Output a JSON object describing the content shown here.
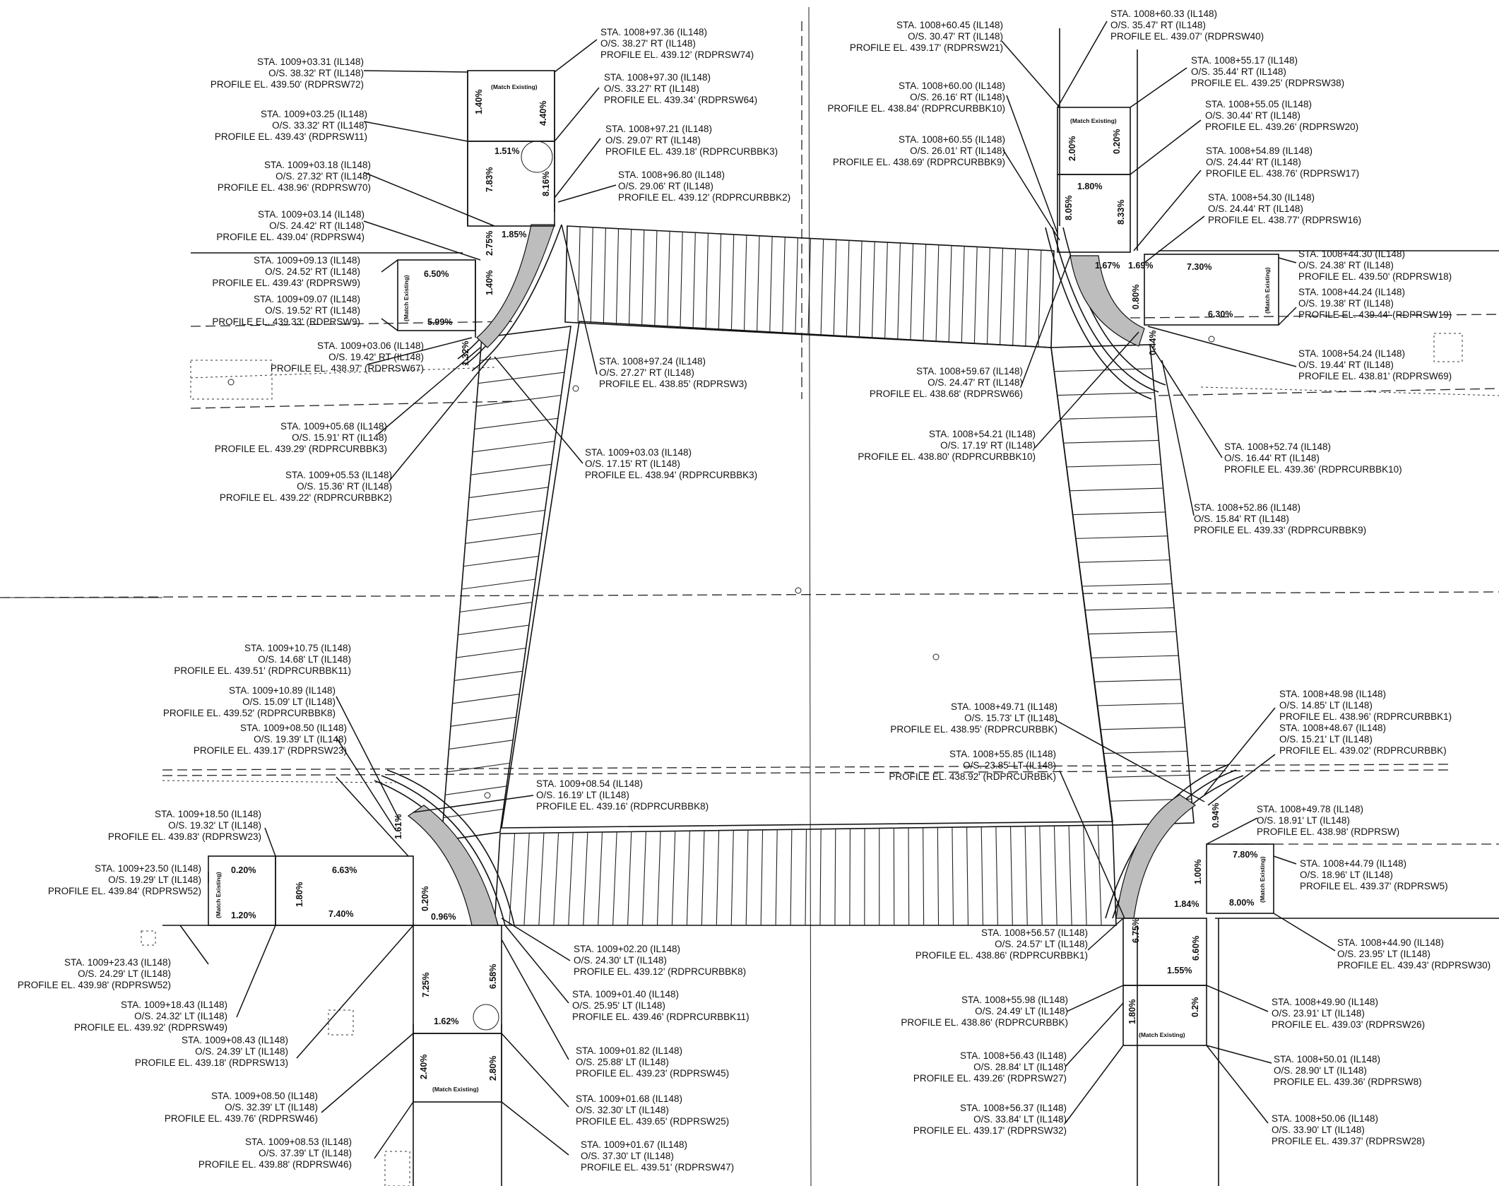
{
  "callouts": [
    {
      "id": "c01",
      "lines": [
        "STA. 1009+03.31 (IL148)",
        "O/S. 38.32' RT (IL148)",
        "PROFILE EL. 439.50' (RDPRSW72)"
      ]
    },
    {
      "id": "c02",
      "lines": [
        "STA. 1009+03.25 (IL148)",
        "O/S. 33.32' RT (IL148)",
        "PROFILE EL. 439.43' (RDPRSW11)"
      ]
    },
    {
      "id": "c03",
      "lines": [
        "STA. 1009+03.18 (IL148)",
        "O/S. 27.32' RT (IL148)",
        "PROFILE EL. 438.96' (RDPRSW70)"
      ]
    },
    {
      "id": "c04",
      "lines": [
        "STA. 1009+03.14 (IL148)",
        "O/S. 24.42' RT (IL148)",
        "PROFILE EL. 439.04' (RDPRSW4)"
      ]
    },
    {
      "id": "c05",
      "lines": [
        "STA. 1009+09.13 (IL148)",
        "O/S. 24.52' RT (IL148)",
        "PROFILE EL. 439.43' (RDPRSW9)"
      ]
    },
    {
      "id": "c06",
      "lines": [
        "STA. 1009+09.07 (IL148)",
        "O/S. 19.52' RT (IL148)",
        "PROFILE EL. 439.33' (RDPRSW9)"
      ]
    },
    {
      "id": "c07",
      "lines": [
        "STA. 1009+03.06 (IL148)",
        "O/S. 19.42' RT (IL148)",
        "PROFILE EL. 438.97' (RDPRSW67)"
      ]
    },
    {
      "id": "c08",
      "lines": [
        "STA. 1009+05.68 (IL148)",
        "O/S. 15.91' RT (IL148)",
        "PROFILE EL. 439.29' (RDPRCURBBK3)"
      ]
    },
    {
      "id": "c09",
      "lines": [
        "STA. 1009+05.53 (IL148)",
        "O/S. 15.36' RT (IL148)",
        "PROFILE EL. 439.22' (RDPRCURBBK2)"
      ]
    },
    {
      "id": "c10",
      "lines": [
        "STA. 1008+97.36 (IL148)",
        "O/S. 38.27' RT (IL148)",
        "PROFILE EL. 439.12' (RDPRSW74)"
      ]
    },
    {
      "id": "c11",
      "lines": [
        "STA. 1008+97.30 (IL148)",
        "O/S. 33.27' RT (IL148)",
        "PROFILE EL. 439.34' (RDPRSW64)"
      ]
    },
    {
      "id": "c12",
      "lines": [
        "STA. 1008+97.21 (IL148)",
        "O/S. 29.07' RT (IL148)",
        "PROFILE EL. 439.18' (RDPRCURBBK3)"
      ]
    },
    {
      "id": "c13",
      "lines": [
        "STA. 1008+96.80 (IL148)",
        "O/S. 29.06' RT (IL148)",
        "PROFILE EL. 439.12' (RDPRCURBBK2)"
      ]
    },
    {
      "id": "c14",
      "lines": [
        "STA. 1008+97.24 (IL148)",
        "O/S. 27.27' RT (IL148)",
        "PROFILE EL. 438.85' (RDPRSW3)"
      ]
    },
    {
      "id": "c15",
      "lines": [
        "STA. 1009+03.03 (IL148)",
        "O/S. 17.15' RT (IL148)",
        "PROFILE EL. 438.94' (RDPRCURBBK3)"
      ]
    },
    {
      "id": "c16",
      "lines": [
        "STA. 1008+60.45 (IL148)",
        "O/S. 30.47' RT (IL148)",
        "PROFILE EL. 439.17' (RDPRSW21)"
      ]
    },
    {
      "id": "c17",
      "lines": [
        "STA. 1008+60.33 (IL148)",
        "O/S. 35.47' RT (IL148)",
        "PROFILE EL. 439.07' (RDPRSW40)"
      ]
    },
    {
      "id": "c18",
      "lines": [
        "STA. 1008+60.00 (IL148)",
        "O/S. 26.16' RT (IL148)",
        "PROFILE EL. 438.84' (RDPRCURBBK10)"
      ]
    },
    {
      "id": "c19",
      "lines": [
        "STA. 1008+55.17 (IL148)",
        "O/S. 35.44' RT (IL148)",
        "PROFILE EL. 439.25' (RDPRSW38)"
      ]
    },
    {
      "id": "c20",
      "lines": [
        "STA. 1008+55.05 (IL148)",
        "O/S. 30.44' RT (IL148)",
        "PROFILE EL. 439.26' (RDPRSW20)"
      ]
    },
    {
      "id": "c21",
      "lines": [
        "STA. 1008+60.55 (IL148)",
        "O/S. 26.01' RT (IL148)",
        "PROFILE EL. 438.69' (RDPRCURBBK9)"
      ]
    },
    {
      "id": "c22",
      "lines": [
        "STA. 1008+54.89 (IL148)",
        "O/S. 24.44' RT (IL148)",
        "PROFILE EL. 438.76' (RDPRSW17)"
      ]
    },
    {
      "id": "c23",
      "lines": [
        "STA. 1008+54.30 (IL148)",
        "O/S. 24.44' RT (IL148)",
        "PROFILE EL. 438.77' (RDPRSW16)"
      ]
    },
    {
      "id": "c24",
      "lines": [
        "STA. 1008+44.30 (IL148)",
        "O/S. 24.38' RT (IL148)",
        "PROFILE EL. 439.50' (RDPRSW18)"
      ]
    },
    {
      "id": "c25",
      "lines": [
        "STA. 1008+44.24 (IL148)",
        "O/S. 19.38' RT (IL148)",
        "PROFILE EL. 439.44' (RDPRSW19)"
      ]
    },
    {
      "id": "c26",
      "lines": [
        "STA. 1008+59.67 (IL148)",
        "O/S. 24.47' RT (IL148)",
        "PROFILE EL. 438.68' (RDPRSW66)"
      ]
    },
    {
      "id": "c27",
      "lines": [
        "STA. 1008+54.24 (IL148)",
        "O/S. 19.44' RT (IL148)",
        "PROFILE EL. 438.81' (RDPRSW69)"
      ]
    },
    {
      "id": "c28",
      "lines": [
        "STA. 1008+54.21 (IL148)",
        "O/S. 17.19' RT (IL148)",
        "PROFILE EL. 438.80' (RDPRCURBBK10)"
      ]
    },
    {
      "id": "c29",
      "lines": [
        "STA. 1008+52.74 (IL148)",
        "O/S. 16.44' RT (IL148)",
        "PROFILE EL. 439.36' (RDPRCURBBK10)"
      ]
    },
    {
      "id": "c30",
      "lines": [
        "STA. 1008+52.86 (IL148)",
        "O/S. 15.84' RT (IL148)",
        "PROFILE EL. 439.33' (RDPRCURBBK9)"
      ]
    },
    {
      "id": "c31",
      "lines": [
        "STA. 1009+10.75 (IL148)",
        "O/S. 14.68' LT (IL148)",
        "PROFILE EL. 439.51' (RDPRCURBBK11)"
      ]
    },
    {
      "id": "c32",
      "lines": [
        "STA. 1009+10.89 (IL148)",
        "O/S. 15.09' LT (IL148)",
        "PROFILE EL. 439.52' (RDPRCURBBK8)"
      ]
    },
    {
      "id": "c33",
      "lines": [
        "STA. 1009+08.50 (IL148)",
        "O/S. 19.39' LT (IL148)",
        "PROFILE EL. 439.17' (RDPRSW23)"
      ]
    },
    {
      "id": "c34",
      "lines": [
        "STA. 1009+08.54 (IL148)",
        "O/S. 16.19' LT (IL148)",
        "PROFILE EL. 439.16' (RDPRCURBBK8)"
      ]
    },
    {
      "id": "c35",
      "lines": [
        "STA. 1009+18.50 (IL148)",
        "O/S. 19.32' LT (IL148)",
        "PROFILE EL. 439.83' (RDPRSW23)"
      ]
    },
    {
      "id": "c36",
      "lines": [
        "STA. 1009+23.50 (IL148)",
        "O/S. 19.29' LT (IL148)",
        "PROFILE EL. 439.84' (RDPRSW52)"
      ]
    },
    {
      "id": "c37",
      "lines": [
        "STA. 1009+23.43 (IL148)",
        "O/S. 24.29' LT (IL148)",
        "PROFILE EL. 439.98' (RDPRSW52)"
      ]
    },
    {
      "id": "c38",
      "lines": [
        "STA. 1009+18.43 (IL148)",
        "O/S. 24.32' LT (IL148)",
        "PROFILE EL. 439.92' (RDPRSW49)"
      ]
    },
    {
      "id": "c39",
      "lines": [
        "STA. 1009+08.43 (IL148)",
        "O/S. 24.39' LT (IL148)",
        "PROFILE EL. 439.18' (RDPRSW13)"
      ]
    },
    {
      "id": "c40",
      "lines": [
        "STA. 1009+08.50 (IL148)",
        "O/S. 32.39' LT (IL148)",
        "PROFILE EL. 439.76' (RDPRSW46)"
      ]
    },
    {
      "id": "c41",
      "lines": [
        "STA. 1009+08.53 (IL148)",
        "O/S. 37.39' LT (IL148)",
        "PROFILE EL. 439.88' (RDPRSW46)"
      ]
    },
    {
      "id": "c42",
      "lines": [
        "STA. 1009+02.20 (IL148)",
        "O/S. 24.30' LT (IL148)",
        "PROFILE EL. 439.12' (RDPRCURBBK8)"
      ]
    },
    {
      "id": "c43",
      "lines": [
        "STA. 1009+01.40 (IL148)",
        "O/S. 25.95' LT (IL148)",
        "PROFILE EL. 439.46' (RDPRCURBBK11)"
      ]
    },
    {
      "id": "c44",
      "lines": [
        "STA. 1009+01.82 (IL148)",
        "O/S. 25.88' LT (IL148)",
        "PROFILE EL. 439.23' (RDPRSW45)"
      ]
    },
    {
      "id": "c45",
      "lines": [
        "STA. 1009+01.68 (IL148)",
        "O/S. 32.30' LT (IL148)",
        "PROFILE EL. 439.65' (RDPRSW25)"
      ]
    },
    {
      "id": "c46",
      "lines": [
        "STA. 1009+01.67 (IL148)",
        "O/S. 37.30' LT (IL148)",
        "PROFILE EL. 439.51' (RDPRSW47)"
      ]
    },
    {
      "id": "c47",
      "lines": [
        "STA. 1008+49.71 (IL148)",
        "O/S. 15.73' LT (IL148)",
        "PROFILE EL. 438.95' (RDPRCURBBK)"
      ]
    },
    {
      "id": "c48",
      "lines": [
        "STA. 1008+55.85 (IL148)",
        "O/S. 23.85' LT (IL148)",
        "PROFILE EL. 438.92' (RDPRCURBBK)"
      ]
    },
    {
      "id": "c49",
      "lines": [
        "STA. 1008+48.98 (IL148)",
        "O/S. 14.85' LT (IL148)",
        "PROFILE EL. 438.96' (RDPRCURBBK1)"
      ]
    },
    {
      "id": "c50",
      "lines": [
        "STA. 1008+48.67 (IL148)",
        "O/S. 15.21' LT (IL148)",
        "PROFILE EL. 439.02' (RDPRCURBBK)"
      ]
    },
    {
      "id": "c51",
      "lines": [
        "STA. 1008+49.78 (IL148)",
        "O/S. 18.91' LT (IL148)",
        "PROFILE EL. 438.98' (RDPRSW)"
      ]
    },
    {
      "id": "c52",
      "lines": [
        "STA. 1008+44.79 (IL148)",
        "O/S. 18.96' LT (IL148)",
        "PROFILE EL. 439.37' (RDPRSW5)"
      ]
    },
    {
      "id": "c53",
      "lines": [
        "STA. 1008+44.90 (IL148)",
        "O/S. 23.95' LT (IL148)",
        "PROFILE EL. 439.43' (RDPRSW30)"
      ]
    },
    {
      "id": "c54",
      "lines": [
        "STA. 1008+56.57 (IL148)",
        "O/S. 24.57' LT (IL148)",
        "PROFILE EL. 438.86' (RDPRCURBBK1)"
      ]
    },
    {
      "id": "c55",
      "lines": [
        "STA. 1008+55.98 (IL148)",
        "O/S. 24.49' LT (IL148)",
        "PROFILE EL. 438.86' (RDPRCURBBK)"
      ]
    },
    {
      "id": "c56",
      "lines": [
        "STA. 1008+49.90 (IL148)",
        "O/S. 23.91' LT (IL148)",
        "PROFILE EL. 439.03' (RDPRSW26)"
      ]
    },
    {
      "id": "c57",
      "lines": [
        "STA. 1008+56.43 (IL148)",
        "O/S. 28.84' LT (IL148)",
        "PROFILE EL. 439.26' (RDPRSW27)"
      ]
    },
    {
      "id": "c58",
      "lines": [
        "STA. 1008+50.01 (IL148)",
        "O/S. 28.90' LT (IL148)",
        "PROFILE EL. 439.36' (RDPRSW8)"
      ]
    },
    {
      "id": "c59",
      "lines": [
        "STA. 1008+56.37 (IL148)",
        "O/S. 33.84' LT (IL148)",
        "PROFILE EL. 439.17' (RDPRSW32)"
      ]
    },
    {
      "id": "c60",
      "lines": [
        "STA. 1008+50.06 (IL148)",
        "O/S. 33.90' LT (IL148)",
        "PROFILE EL. 439.37' (RDPRSW28)"
      ]
    }
  ],
  "grades": [
    "1.40%",
    "4.40%",
    "1.51%",
    "7.83%",
    "8.16%",
    "2.75%",
    "1.85%",
    "6.50%",
    "1.40%",
    "5.99%",
    "1.32%",
    "2.00%",
    "0.20%",
    "1.80%",
    "8.05%",
    "8.33%",
    "1.67%",
    "1.69%",
    "7.30%",
    "0.80%",
    "6.30%",
    "0.44%",
    "0.20%",
    "6.63%",
    "1.80%",
    "1.20%",
    "7.40%",
    "0.20%",
    "0.96%",
    "1.61%",
    "7.25%",
    "6.58%",
    "1.62%",
    "2.40%",
    "2.80%",
    "0.94%",
    "7.80%",
    "1.00%",
    "1.84%",
    "8.00%",
    "6.75%",
    "6.60%",
    "1.55%",
    "1.80%",
    "0.2%"
  ],
  "notes": {
    "match": "(Match Existing)",
    "match_alt": "(Match Existing)"
  }
}
